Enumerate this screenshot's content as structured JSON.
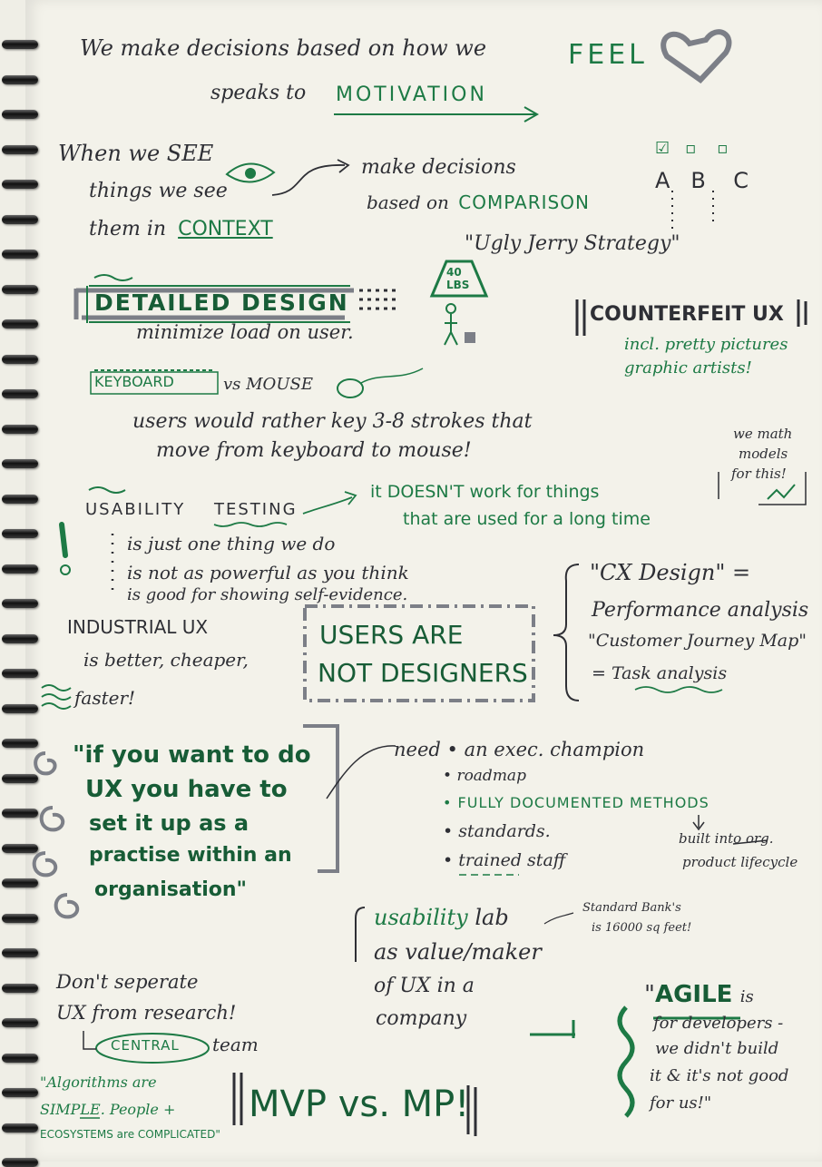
{
  "notes": {
    "feel_line": "We make decisions based on how we",
    "feel_word": "FEEL",
    "motivation_prefix": "speaks to",
    "motivation_word": "MOTIVATION",
    "see_line1": "When we SEE",
    "see_line2": "things we see",
    "see_line3_prefix": "them in",
    "see_line3_word": "CONTEXT",
    "decide_line1": "make decisions",
    "decide_line2_prefix": "based on",
    "decide_line2_word": "COMPARISON",
    "ugly_jerry": "\"Ugly Jerry Strategy\"",
    "abc": [
      "A",
      "B",
      "C"
    ],
    "detailed_design": "DETAILED DESIGN",
    "minimize_load": "minimize load on user.",
    "weight_label_1": "40",
    "weight_label_2": "LBS",
    "counterfeit_ux": "COUNTERFEIT UX",
    "counterfeit_sub1": "incl. pretty pictures",
    "counterfeit_sub2": "graphic artists!",
    "keyboard": "KEYBOARD",
    "vs_mouse": "vs MOUSE",
    "keystrokes_line1": "users would rather key 3-8 strokes that",
    "keystrokes_line2": "move from keyboard to mouse!",
    "math_models_1": "we math",
    "math_models_2": "models",
    "math_models_3": "for this!",
    "usability": "USABILITY",
    "testing": "TESTING",
    "doesnt_work_1": "it DOESN'T work for things",
    "doesnt_work_2": "that are used for a long time",
    "usability_points": [
      "is just one thing we do",
      "is not as powerful as you think",
      "is good for showing self-evidence."
    ],
    "cx_design_1": "\"CX Design\" =",
    "cx_design_2": "Performance analysis",
    "journey_1": "\"Customer Journey Map\"",
    "journey_2": "= Task analysis",
    "industrial_1": "INDUSTRIAL UX",
    "industrial_2": "is better, cheaper,",
    "industrial_3": "faster!",
    "users_not_designers_1": "USERS ARE",
    "users_not_designers_2": "NOT DESIGNERS",
    "quote_lines": [
      "\"if you want to do",
      "UX you have to",
      "set it up as a",
      "practise within an",
      "organisation\""
    ],
    "need_prefix": "need",
    "need_items": [
      "an exec. champion",
      "roadmap",
      "FULLY DOCUMENTED METHODS",
      "standards.",
      "trained staff"
    ],
    "built_into_1": "built into org.",
    "built_into_2": "product lifecycle",
    "usability_lab_word": "usability",
    "usability_lab_rest": "lab",
    "usability_lab_2": "as value/maker",
    "usability_lab_3": "of UX in a",
    "usability_lab_4": "company",
    "standard_bank_1": "Standard Bank's",
    "standard_bank_2": "is 16000 sq feet!",
    "dont_separate_1": "Don't seperate",
    "dont_separate_2": "UX from research!",
    "central": "CENTRAL",
    "team": "team",
    "agile_quote_open": "\"",
    "agile_word": "AGILE",
    "agile_is": "is",
    "agile_2": "for developers -",
    "agile_3": "we didn't build",
    "agile_4": "it & it's not good",
    "agile_5": "for us!\"",
    "algorithms_1": "\"Algorithms are",
    "algorithms_2": "SIMPLE. People +",
    "algorithms_3": "ECOSYSTEMS are COMPLICATED\"",
    "mvp": "MVP vs. MP!"
  },
  "colors": {
    "paper": "#f3f2ea",
    "ink": "#2e2f35",
    "green": "#1d7a45",
    "grey": "#7c7f87"
  }
}
